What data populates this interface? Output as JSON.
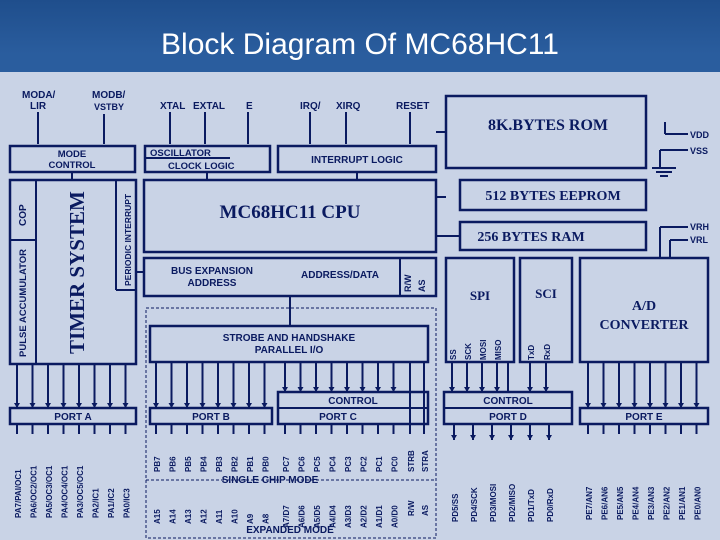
{
  "title": "Block Diagram Of MC68HC11",
  "top_signals": {
    "moda": "MODA/",
    "lir": "LIR",
    "modb": "MODB/",
    "vstby": "VSTBY",
    "xtal": "XTAL",
    "extal": "EXTAL",
    "e": "E",
    "irq": "IRQ/",
    "xirq": "XIRQ",
    "reset": "RESET",
    "vdd": "VDD",
    "vss": "VSS",
    "vrh": "VRH",
    "vrl": "VRL"
  },
  "blocks": {
    "mode_control": [
      "MODE",
      "CONTROL"
    ],
    "oscillator": "OSCILLATOR",
    "clock_logic": "CLOCK LOGIC",
    "interrupt_logic": "INTERRUPT LOGIC",
    "rom": "8K.BYTES ROM",
    "eeprom": "512 BYTES EEPROM",
    "ram": "256 BYTES RAM",
    "timer_system": "TIMER SYSTEM",
    "cop": "COP",
    "pulse_accumulator": "PULSE ACCUMULATOR",
    "periodic_interrupt": "PERIODIC INTERRUPT",
    "cpu": "MC68HC11 CPU",
    "bus_expansion": [
      "BUS EXPANSION",
      "ADDRESS"
    ],
    "address_data": "ADDRESS/DATA",
    "rw": "R/W",
    "as": "AS",
    "strobe": [
      "STROBE AND HANDSHAKE",
      "PARALLEL I/O"
    ],
    "spi": "SPI",
    "sci": "SCI",
    "ad": [
      "A/D",
      "CONVERTER"
    ],
    "port_a": "PORT A",
    "port_b": "PORT B",
    "port_c": "PORT C",
    "control_c": "CONTROL",
    "control_d": "CONTROL",
    "port_d": "PORT D",
    "port_e": "PORT E",
    "single_chip": "SINGLE CHIP MODE",
    "expanded": "EXPANDED MODE"
  },
  "spi_pins": [
    "SS",
    "SCK",
    "MOSI",
    "MISO"
  ],
  "sci_pins": [
    "TxD",
    "RxD"
  ],
  "port_a_pins": [
    "PA7/PAI/OC1",
    "PA6/OC2/OC1",
    "PA5/OC3/OC1",
    "PA4/OC4/OC1",
    "PA3/OC5/OC1",
    "PA2/IC1",
    "PA1/IC2",
    "PA0/IC3"
  ],
  "port_b_pins": [
    "PB7",
    "PB6",
    "PB5",
    "PB4",
    "PB3",
    "PB2",
    "PB1",
    "PB0"
  ],
  "port_b_exp": [
    "A15",
    "A14",
    "A13",
    "A12",
    "A11",
    "A10",
    "A9",
    "A8"
  ],
  "port_c_pins": [
    "PC7",
    "PC6",
    "PC5",
    "PC4",
    "PC3",
    "PC2",
    "PC1",
    "PC0"
  ],
  "port_c_exp": [
    "A7/D7",
    "A6/D6",
    "A5/D5",
    "A4/D4",
    "A3/D3",
    "A2/D2",
    "A1/D1",
    "A0/D0"
  ],
  "strobe_pins": [
    "STRB",
    "STRA"
  ],
  "strobe_exp": [
    "R/W",
    "AS"
  ],
  "port_d_pins": [
    "PD5/SS",
    "PD4/SCK",
    "PD3/MOSI",
    "PD2/MISO",
    "PD1/TxD",
    "PD0/RxD"
  ],
  "port_e_pins": [
    "PE7/AN7",
    "PE6/AN6",
    "PE5/AN5",
    "PE4/AN4",
    "PE3/AN3",
    "PE2/AN2",
    "PE1/AN1",
    "PE0/AN0"
  ]
}
